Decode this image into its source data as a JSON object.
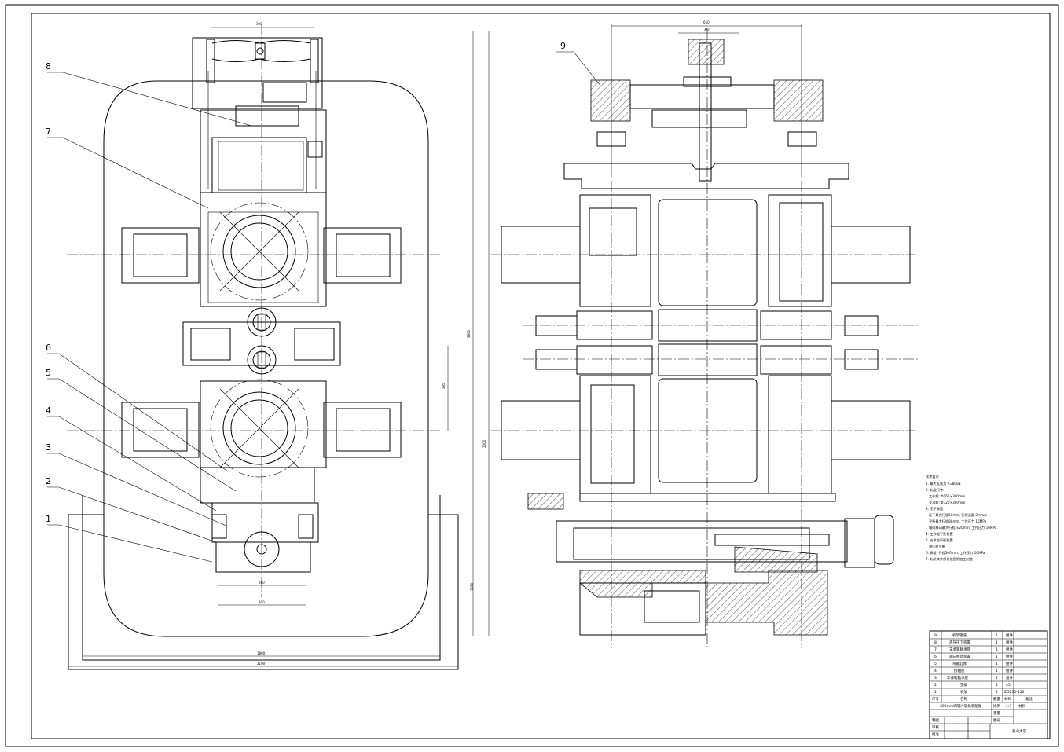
{
  "drawing": {
    "callouts": [
      "1",
      "2",
      "3",
      "4",
      "5",
      "6",
      "7",
      "8",
      "9"
    ],
    "dimensions": {
      "front_top_width": "390",
      "front_overall_height": "3800",
      "front_roll_center": "295",
      "front_mid_height": "2000",
      "front_lower_height": "1020",
      "front_base_inner": "280",
      "front_base_outer": "300",
      "front_frame_inner_width": "1800",
      "front_frame_outer_width": "2100",
      "side_top_width": "650",
      "side_inner_width": "450"
    },
    "technical_requirements": {
      "title": "技术要求",
      "items": [
        "1. 最大轧制力 P=80kN",
        "2. 轧辊尺寸:",
        "工作辊: Φ165×300mm",
        "支承辊: Φ320×300mm",
        "3. 压下装置:",
        "压下最大行程50mm, 行程速度 2mm/s",
        "平衡最大行程80mm, 工作压力 16MPa",
        "轴向移动最大行程 ±20mm, 工作压力 16MPa",
        "4. 工作辊平衡装置",
        "5. 支承辊平衡装置",
        "液压缸平衡",
        "6. 换辊, 行程500mm, 工作压力 16MPa",
        "7. 轧机其余部分按图纸加工制造"
      ]
    },
    "title_block": {
      "parts": [
        {
          "no": "9",
          "name": "机架辊道",
          "qty": "1",
          "note": "组件"
        },
        {
          "no": "8",
          "name": "液压压下装置",
          "qty": "1",
          "note": "组件"
        },
        {
          "no": "7",
          "name": "支承辊轴承座",
          "qty": "1",
          "note": "组件"
        },
        {
          "no": "6",
          "name": "轴向移动装置",
          "qty": "1",
          "note": "组件"
        },
        {
          "no": "5",
          "name": "弯辊缸体",
          "qty": "1",
          "note": "组件"
        },
        {
          "no": "4",
          "name": "接轴座",
          "qty": "1",
          "note": "组件"
        },
        {
          "no": "3",
          "name": "工作辊轴承座",
          "qty": "2",
          "note": "组件"
        },
        {
          "no": "2",
          "name": "垫板",
          "qty": "2",
          "note": "45"
        },
        {
          "no": "1",
          "name": "机架",
          "qty": "1",
          "note": "ZG230-450"
        }
      ],
      "header": {
        "no": "序号",
        "name": "名称",
        "qty": "数量",
        "material": "材料",
        "note": "备注"
      },
      "drawing_name": "300mm四辊冷轧机装配图",
      "scale_label": "比例",
      "scale_value": "1:3",
      "material_label": "材料",
      "designer_label": "制图",
      "checker_label": "审核",
      "approver_label": "批准",
      "school": "燕山大学",
      "sheet_label": "图号",
      "weight_label": "重量"
    }
  }
}
